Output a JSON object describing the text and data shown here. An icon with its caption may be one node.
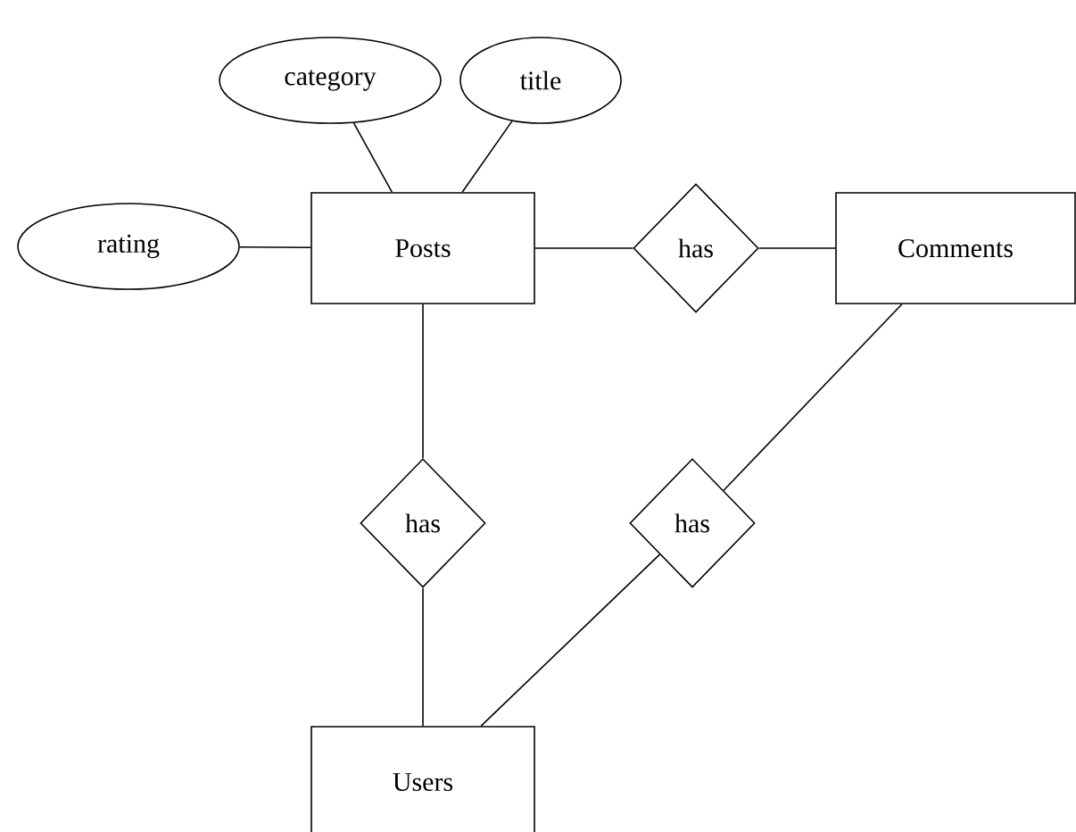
{
  "diagram": {
    "nodes": [
      {
        "text": [
          "category"
        ]
      },
      {
        "text": [
          "title"
        ]
      },
      {
        "text": [
          "rating"
        ]
      },
      {
        "text": [
          "Posts"
        ]
      },
      {
        "text": [
          "has"
        ]
      },
      {
        "text": [
          "Comments"
        ]
      },
      {
        "text": [
          "has"
        ]
      },
      {
        "text": [
          "has"
        ]
      },
      {
        "text": [
          "Users"
        ]
      }
    ],
    "edges": [
      {
        "from": 0,
        "to": 3,
        "arrow": "none"
      },
      {
        "from": 1,
        "to": 3,
        "arrow": "none"
      },
      {
        "from": 2,
        "to": 3,
        "arrow": "none"
      },
      {
        "from": 3,
        "to": 4,
        "arrow": "none"
      },
      {
        "from": 4,
        "to": 5,
        "arrow": "none"
      },
      {
        "from": 3,
        "to": 6,
        "arrow": "none"
      },
      {
        "from": 6,
        "to": 8,
        "arrow": "none"
      },
      {
        "from": 5,
        "to": 7,
        "arrow": "none"
      },
      {
        "from": 7,
        "to": 8,
        "arrow": "none"
      }
    ]
  }
}
